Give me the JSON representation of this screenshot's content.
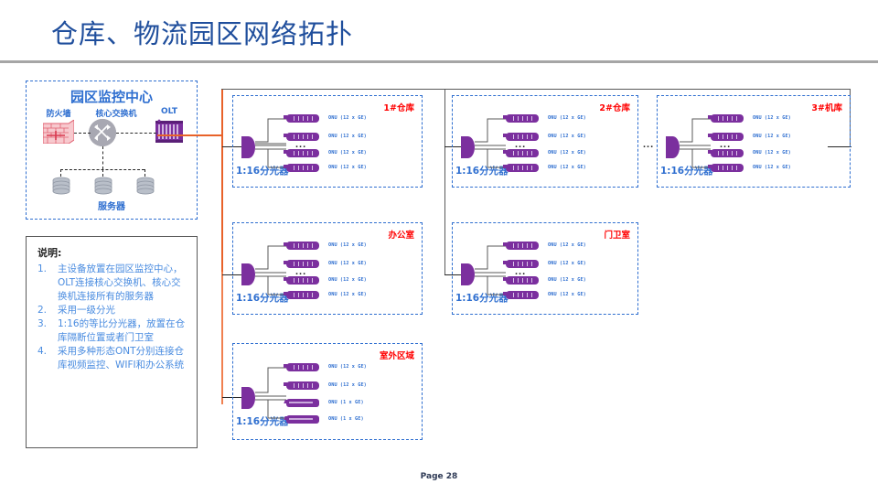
{
  "slide": {
    "title": "仓库、物流园区网络拓扑",
    "footer": "Page 28"
  },
  "monitoring_center": {
    "title": "园区监控中心",
    "devices": [
      {
        "label": "防火墙",
        "icon": "firewall-icon"
      },
      {
        "label": "核心交换机",
        "icon": "switch-icon"
      },
      {
        "label": "OLT",
        "icon": "olt-icon"
      }
    ],
    "servers_label": "服务器",
    "server_count": 3
  },
  "notes": {
    "heading": "说明:",
    "items": [
      {
        "num": "1.",
        "text": "主设备放置在园区监控中心，OLT连接核心交换机、核心交换机连接所有的服务器"
      },
      {
        "num": "2.",
        "text": "采用一级分光"
      },
      {
        "num": "3.",
        "text": "1:16的等比分光器，放置在仓库隔断位置或者门卫室"
      },
      {
        "num": "4.",
        "text": "采用多种形态ONT分别连接仓库视频监控、WIFI和办公系统"
      }
    ]
  },
  "zones": [
    {
      "id": "warehouse-1",
      "title": "1#仓库",
      "splitter_label": "1:16分光器",
      "onts": [
        {
          "label": "ONU (12 x GE)",
          "style": "box"
        },
        {
          "label": "ONU (12 x GE)",
          "style": "box"
        },
        {
          "label": "ONU (12 x GE)",
          "style": "box"
        },
        {
          "label": "ONU (12 x GE)",
          "style": "box"
        }
      ],
      "ellipsis": "..."
    },
    {
      "id": "warehouse-2",
      "title": "2#仓库",
      "splitter_label": "1:16分光器",
      "onts": [
        {
          "label": "ONU (12 x GE)",
          "style": "box"
        },
        {
          "label": "ONU (12 x GE)",
          "style": "box"
        },
        {
          "label": "ONU (12 x GE)",
          "style": "box"
        },
        {
          "label": "ONU (12 x GE)",
          "style": "box"
        }
      ],
      "ellipsis": "..."
    },
    {
      "id": "hangar-3",
      "title": "3#机库",
      "splitter_label": "1:16分光器",
      "onts": [
        {
          "label": "ONU (12 x GE)",
          "style": "box"
        },
        {
          "label": "ONU (12 x GE)",
          "style": "box"
        },
        {
          "label": "ONU (12 x GE)",
          "style": "box"
        },
        {
          "label": "ONU (12 x GE)",
          "style": "box"
        }
      ],
      "ellipsis": "..."
    },
    {
      "id": "office",
      "title": "办公室",
      "splitter_label": "1:16分光器",
      "onts": [
        {
          "label": "ONU (12 x GE)",
          "style": "box"
        },
        {
          "label": "ONU (12 x GE)",
          "style": "box"
        },
        {
          "label": "ONU (12 x GE)",
          "style": "box"
        },
        {
          "label": "ONU (12 x GE)",
          "style": "box"
        }
      ],
      "ellipsis": "..."
    },
    {
      "id": "guard-room",
      "title": "门卫室",
      "splitter_label": "1:16分光器",
      "onts": [
        {
          "label": "ONU (12 x GE)",
          "style": "box"
        },
        {
          "label": "ONU (12 x GE)",
          "style": "box"
        },
        {
          "label": "ONU (12 x GE)",
          "style": "box"
        },
        {
          "label": "ONU (12 x GE)",
          "style": "box"
        }
      ],
      "ellipsis": "..."
    },
    {
      "id": "outdoor-area",
      "title": "室外区域",
      "splitter_label": "1:16分光器",
      "onts": [
        {
          "label": "ONU (12 x GE)",
          "style": "box"
        },
        {
          "label": "ONU (12 x GE)",
          "style": "box"
        },
        {
          "label": "ONU (1 x GE)",
          "style": "flat"
        },
        {
          "label": "ONU (1 x GE)",
          "style": "flat"
        }
      ],
      "ellipsis": ""
    }
  ],
  "chain_ellipsis": "...",
  "colors": {
    "title_blue": "#1F4E9C",
    "box_blue": "#2F6FD0",
    "zone_red": "#FF0000",
    "trunk_orange": "#E8622A",
    "trunk_gray": "#595959",
    "device_purple": "#7B2F9E"
  }
}
